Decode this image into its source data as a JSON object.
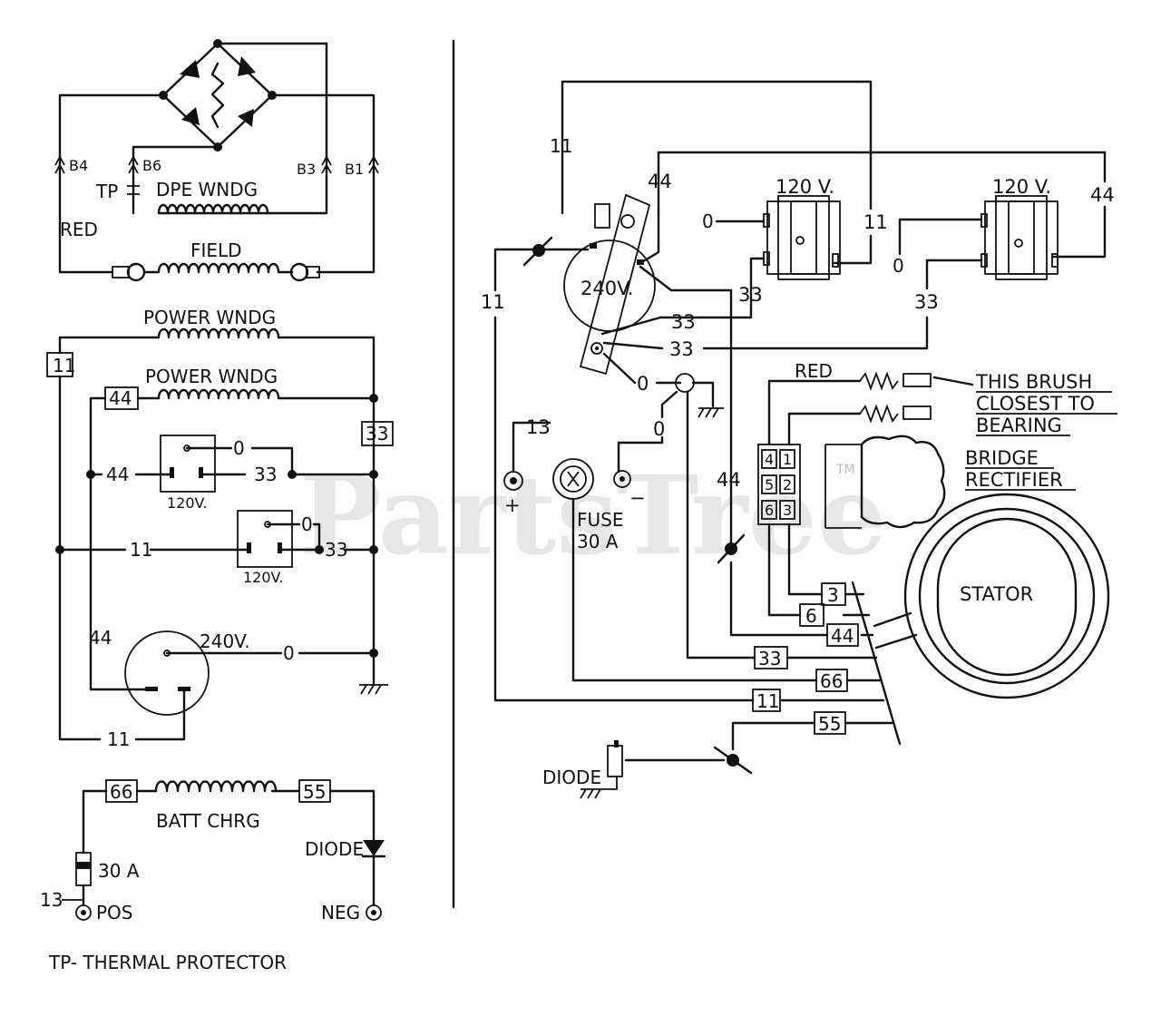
{
  "watermark": {
    "text": "PartsTree",
    "tm": "TM"
  },
  "schematic": {
    "b4": "B4",
    "b6": "B6",
    "b3": "B3",
    "b1": "B1",
    "tp": "TP",
    "dpe_wndg": "DPE WNDG",
    "red": "RED",
    "field": "FIELD",
    "power_wndg_1": "POWER WNDG",
    "power_wndg_2": "POWER WNDG",
    "box_11": "11",
    "box_44": "44",
    "box_33": "33",
    "w44_a": "44",
    "w33_a": "33",
    "w0_a": "0",
    "v120_a": "120V.",
    "w11_b": "11",
    "w33_b": "33",
    "w0_b": "0",
    "v120_b": "120V.",
    "w44_c": "44",
    "v240": "240V.",
    "w0_c": "0",
    "w11_c": "11",
    "box_66": "66",
    "box_55": "55",
    "batt_chrg": "BATT CHRG",
    "fuse_30a": "30 A",
    "pos_num": "13",
    "pos": "POS",
    "diode": "DIODE",
    "neg": "NEG"
  },
  "legend_note": "TP- THERMAL PROTECTOR",
  "pictorial": {
    "w11_top": "11",
    "w44_top": "44",
    "w0_top": "0",
    "rec1_label": "120 V.",
    "rec2_label": "120 V.",
    "w11_mid": "11",
    "w0_mid": "0",
    "w44_right": "44",
    "rec240_label": "240V.",
    "w11_left": "11",
    "w33_1": "33",
    "w33_2": "33",
    "w33_3": "33",
    "w33_4": "33",
    "w0_ground": "0",
    "w0_low": "0",
    "red": "RED",
    "brush_note": [
      "THIS BRUSH",
      "CLOSEST TO",
      "BEARING"
    ],
    "bridge_label": [
      "BRIDGE",
      "RECTIFIER"
    ],
    "terminals": [
      "4",
      "1",
      "5",
      "2",
      "6",
      "3"
    ],
    "w13": "13",
    "plus": "+",
    "minus": "−",
    "fuse_label": [
      "FUSE",
      "30 A"
    ],
    "w44_lower": "44",
    "stator": "STATOR",
    "tags": [
      "3",
      "6",
      "44",
      "33",
      "66",
      "11",
      "55"
    ],
    "diode": "DIODE"
  }
}
